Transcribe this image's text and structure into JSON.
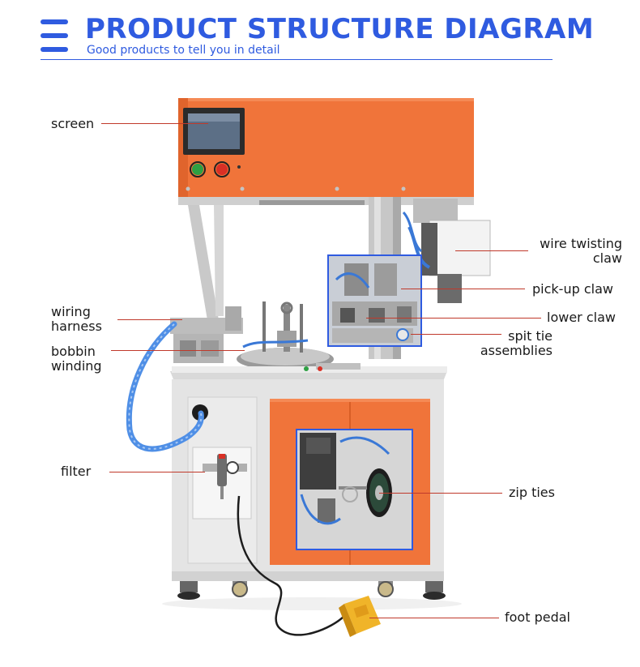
{
  "header": {
    "title": "PRODUCT STRUCTURE DIAGRAM",
    "subtitle": "Good products to tell you in detail",
    "accent_color": "#2f5be0",
    "icon": "menu-icon"
  },
  "callouts": {
    "screen": "screen",
    "wire_twisting_line1": "wire twisting",
    "wire_twisting_line2": "claw",
    "pick_up_claw": "pick-up claw",
    "lower_claw": "lower claw",
    "spit_tie_line1": "spit tie",
    "spit_tie_line2": "assemblies",
    "wiring_harness_line1": "wiring",
    "wiring_harness_line2": "harness",
    "bobbin_winding_line1": "bobbin",
    "bobbin_winding_line2": "winding",
    "filter": "filter",
    "zip_ties": "zip ties",
    "foot_pedal": "foot pedal"
  },
  "colors": {
    "machine_orange": "#f0743a",
    "machine_grey": "#e4e4e4",
    "leader_line": "#c0392b",
    "highlight_box": "#2f5be0"
  }
}
